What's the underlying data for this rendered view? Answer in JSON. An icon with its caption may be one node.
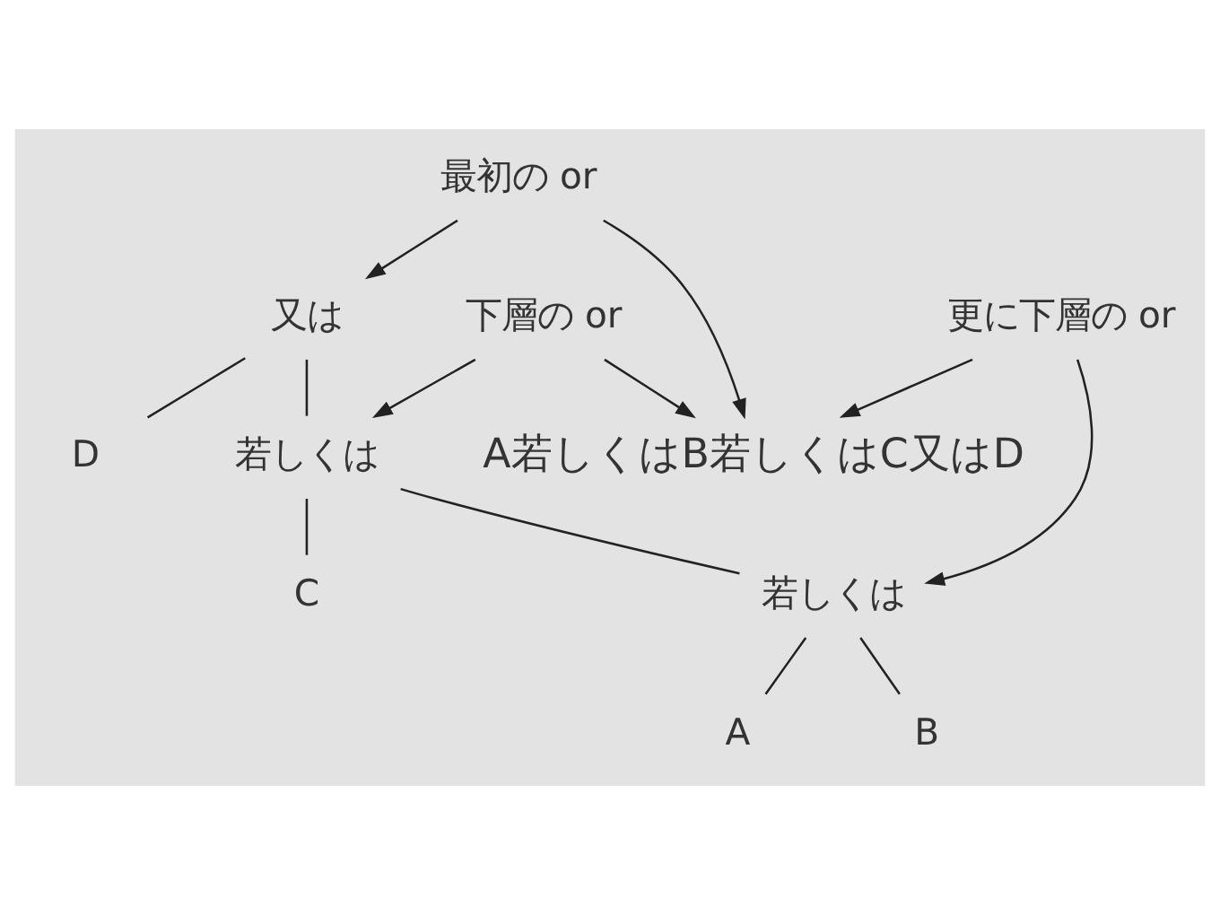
{
  "diagram": {
    "nodes": [
      {
        "text": [
          "A若しくはB若しくはC又はD"
        ]
      },
      {
        "text": [
          "最初の or"
        ]
      },
      {
        "text": [
          "下層の or"
        ]
      },
      {
        "text": [
          "更に下層の or"
        ]
      },
      {
        "text": [
          "又は"
        ]
      },
      {
        "text": [
          "D"
        ]
      },
      {
        "text": [
          "若しくは"
        ]
      },
      {
        "text": [
          "C"
        ]
      },
      {
        "text": [
          "若しくは"
        ]
      },
      {
        "text": [
          "A"
        ]
      },
      {
        "text": [
          "B"
        ]
      }
    ],
    "edges": [
      {
        "from": 3,
        "to": 0,
        "arrow": "to"
      },
      {
        "from": 2,
        "to": 0,
        "arrow": "to"
      },
      {
        "from": 1,
        "to": 0,
        "arrow": "to"
      },
      {
        "from": 1,
        "to": 4,
        "arrow": "to"
      },
      {
        "from": 2,
        "to": 6,
        "arrow": "to"
      },
      {
        "from": 3,
        "to": 8,
        "arrow": "to"
      },
      {
        "from": 4,
        "to": 6,
        "arrow": "none"
      },
      {
        "from": 4,
        "to": 5,
        "arrow": "none"
      },
      {
        "from": 6,
        "to": 8,
        "arrow": "none"
      },
      {
        "from": 6,
        "to": 7,
        "arrow": "none"
      },
      {
        "from": 8,
        "to": 9,
        "arrow": "none"
      },
      {
        "from": 8,
        "to": 10,
        "arrow": "none"
      }
    ]
  }
}
